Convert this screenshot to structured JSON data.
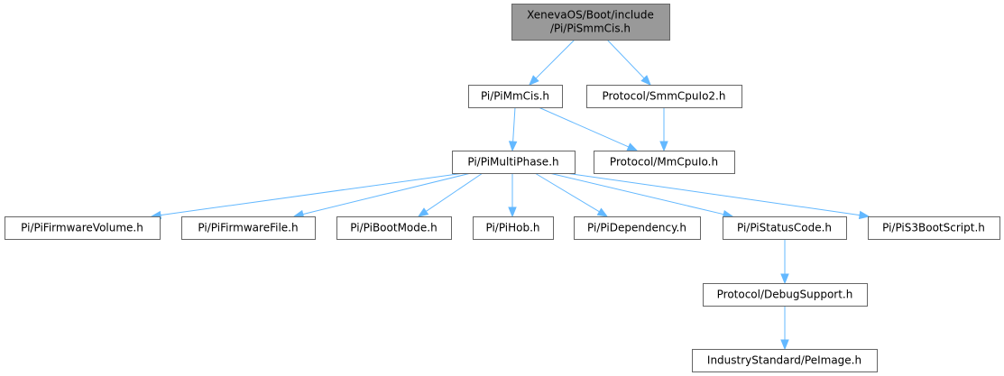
{
  "colors": {
    "edge": "#63b8ff",
    "node_border": "#666666",
    "root_fill": "#999999",
    "node_fill": "#ffffff"
  },
  "nodes": [
    {
      "id": "root",
      "lines": [
        "XenevaOS/Boot/include",
        "/Pi/PiSmmCis.h"
      ],
      "root": true
    },
    {
      "id": "pimmcis",
      "lines": [
        "Pi/PiMmCis.h"
      ]
    },
    {
      "id": "smmcpuio2",
      "lines": [
        "Protocol/SmmCpuIo2.h"
      ]
    },
    {
      "id": "pimultiphase",
      "lines": [
        "Pi/PiMultiPhase.h"
      ]
    },
    {
      "id": "mmcpuio",
      "lines": [
        "Protocol/MmCpuIo.h"
      ]
    },
    {
      "id": "pifirmwarevolume",
      "lines": [
        "Pi/PiFirmwareVolume.h"
      ]
    },
    {
      "id": "pifirmwarefile",
      "lines": [
        "Pi/PiFirmwareFile.h"
      ]
    },
    {
      "id": "piblootmode",
      "lines": [
        "Pi/PiBootMode.h"
      ]
    },
    {
      "id": "pihob",
      "lines": [
        "Pi/PiHob.h"
      ]
    },
    {
      "id": "pidependency",
      "lines": [
        "Pi/PiDependency.h"
      ]
    },
    {
      "id": "pistatuscode",
      "lines": [
        "Pi/PiStatusCode.h"
      ]
    },
    {
      "id": "pis3bootscript",
      "lines": [
        "Pi/PiS3BootScript.h"
      ]
    },
    {
      "id": "debugsupport",
      "lines": [
        "Protocol/DebugSupport.h"
      ]
    },
    {
      "id": "peimage",
      "lines": [
        "IndustryStandard/PeImage.h"
      ]
    }
  ],
  "edges": [
    {
      "from": "root",
      "to": "pimmcis"
    },
    {
      "from": "root",
      "to": "smmcpuio2"
    },
    {
      "from": "pimmcis",
      "to": "pimultiphase"
    },
    {
      "from": "pimmcis",
      "to": "mmcpuio"
    },
    {
      "from": "smmcpuio2",
      "to": "mmcpuio"
    },
    {
      "from": "pimultiphase",
      "to": "pifirmwarevolume"
    },
    {
      "from": "pimultiphase",
      "to": "pifirmwarefile"
    },
    {
      "from": "pimultiphase",
      "to": "piblootmode"
    },
    {
      "from": "pimultiphase",
      "to": "pihob"
    },
    {
      "from": "pimultiphase",
      "to": "pidependency"
    },
    {
      "from": "pimultiphase",
      "to": "pistatuscode"
    },
    {
      "from": "pimultiphase",
      "to": "pis3bootscript"
    },
    {
      "from": "pistatuscode",
      "to": "debugsupport"
    },
    {
      "from": "debugsupport",
      "to": "peimage"
    }
  ]
}
